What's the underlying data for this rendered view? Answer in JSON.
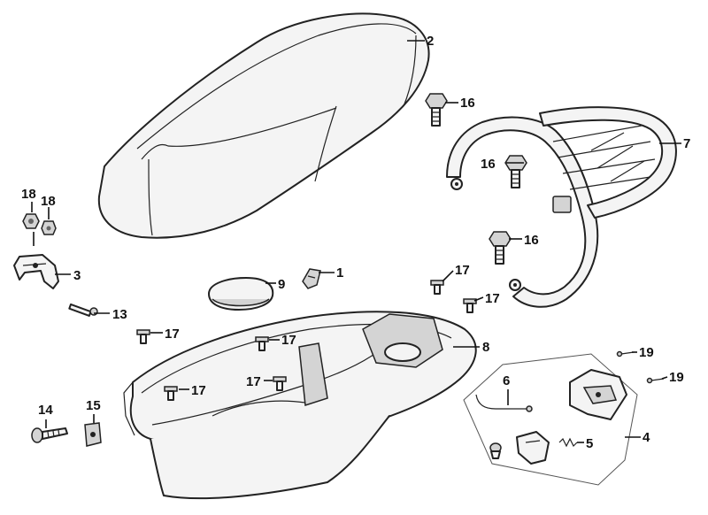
{
  "callouts": {
    "c1": "1",
    "c2": "2",
    "c3": "3",
    "c4": "4",
    "c5": "5",
    "c6": "6",
    "c7": "7",
    "c8": "8",
    "c9": "9",
    "c13": "13",
    "c14": "14",
    "c15": "15",
    "c16a": "16",
    "c16b": "16",
    "c16c": "16",
    "c17a": "17",
    "c17b": "17",
    "c17c": "17",
    "c17d": "17",
    "c17e": "17",
    "c17f": "17",
    "c18a": "18",
    "c18b": "18",
    "c19a": "19",
    "c19b": "19"
  }
}
